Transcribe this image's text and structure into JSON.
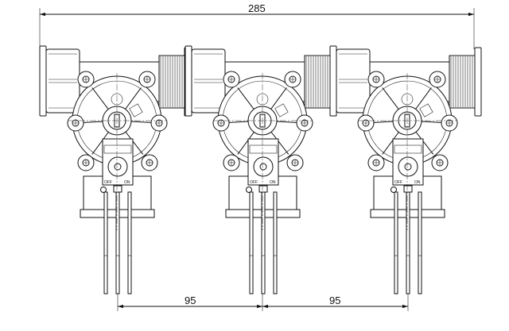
{
  "drawing": {
    "overall_width_label": "285",
    "spacing_labels": [
      "95",
      "95"
    ],
    "valve_count": 3,
    "valves": [
      {
        "switch_off": "OFF",
        "switch_on": "ON"
      },
      {
        "switch_off": "OFF",
        "switch_on": "ON"
      },
      {
        "switch_off": "OFF",
        "switch_on": "ON"
      }
    ]
  }
}
